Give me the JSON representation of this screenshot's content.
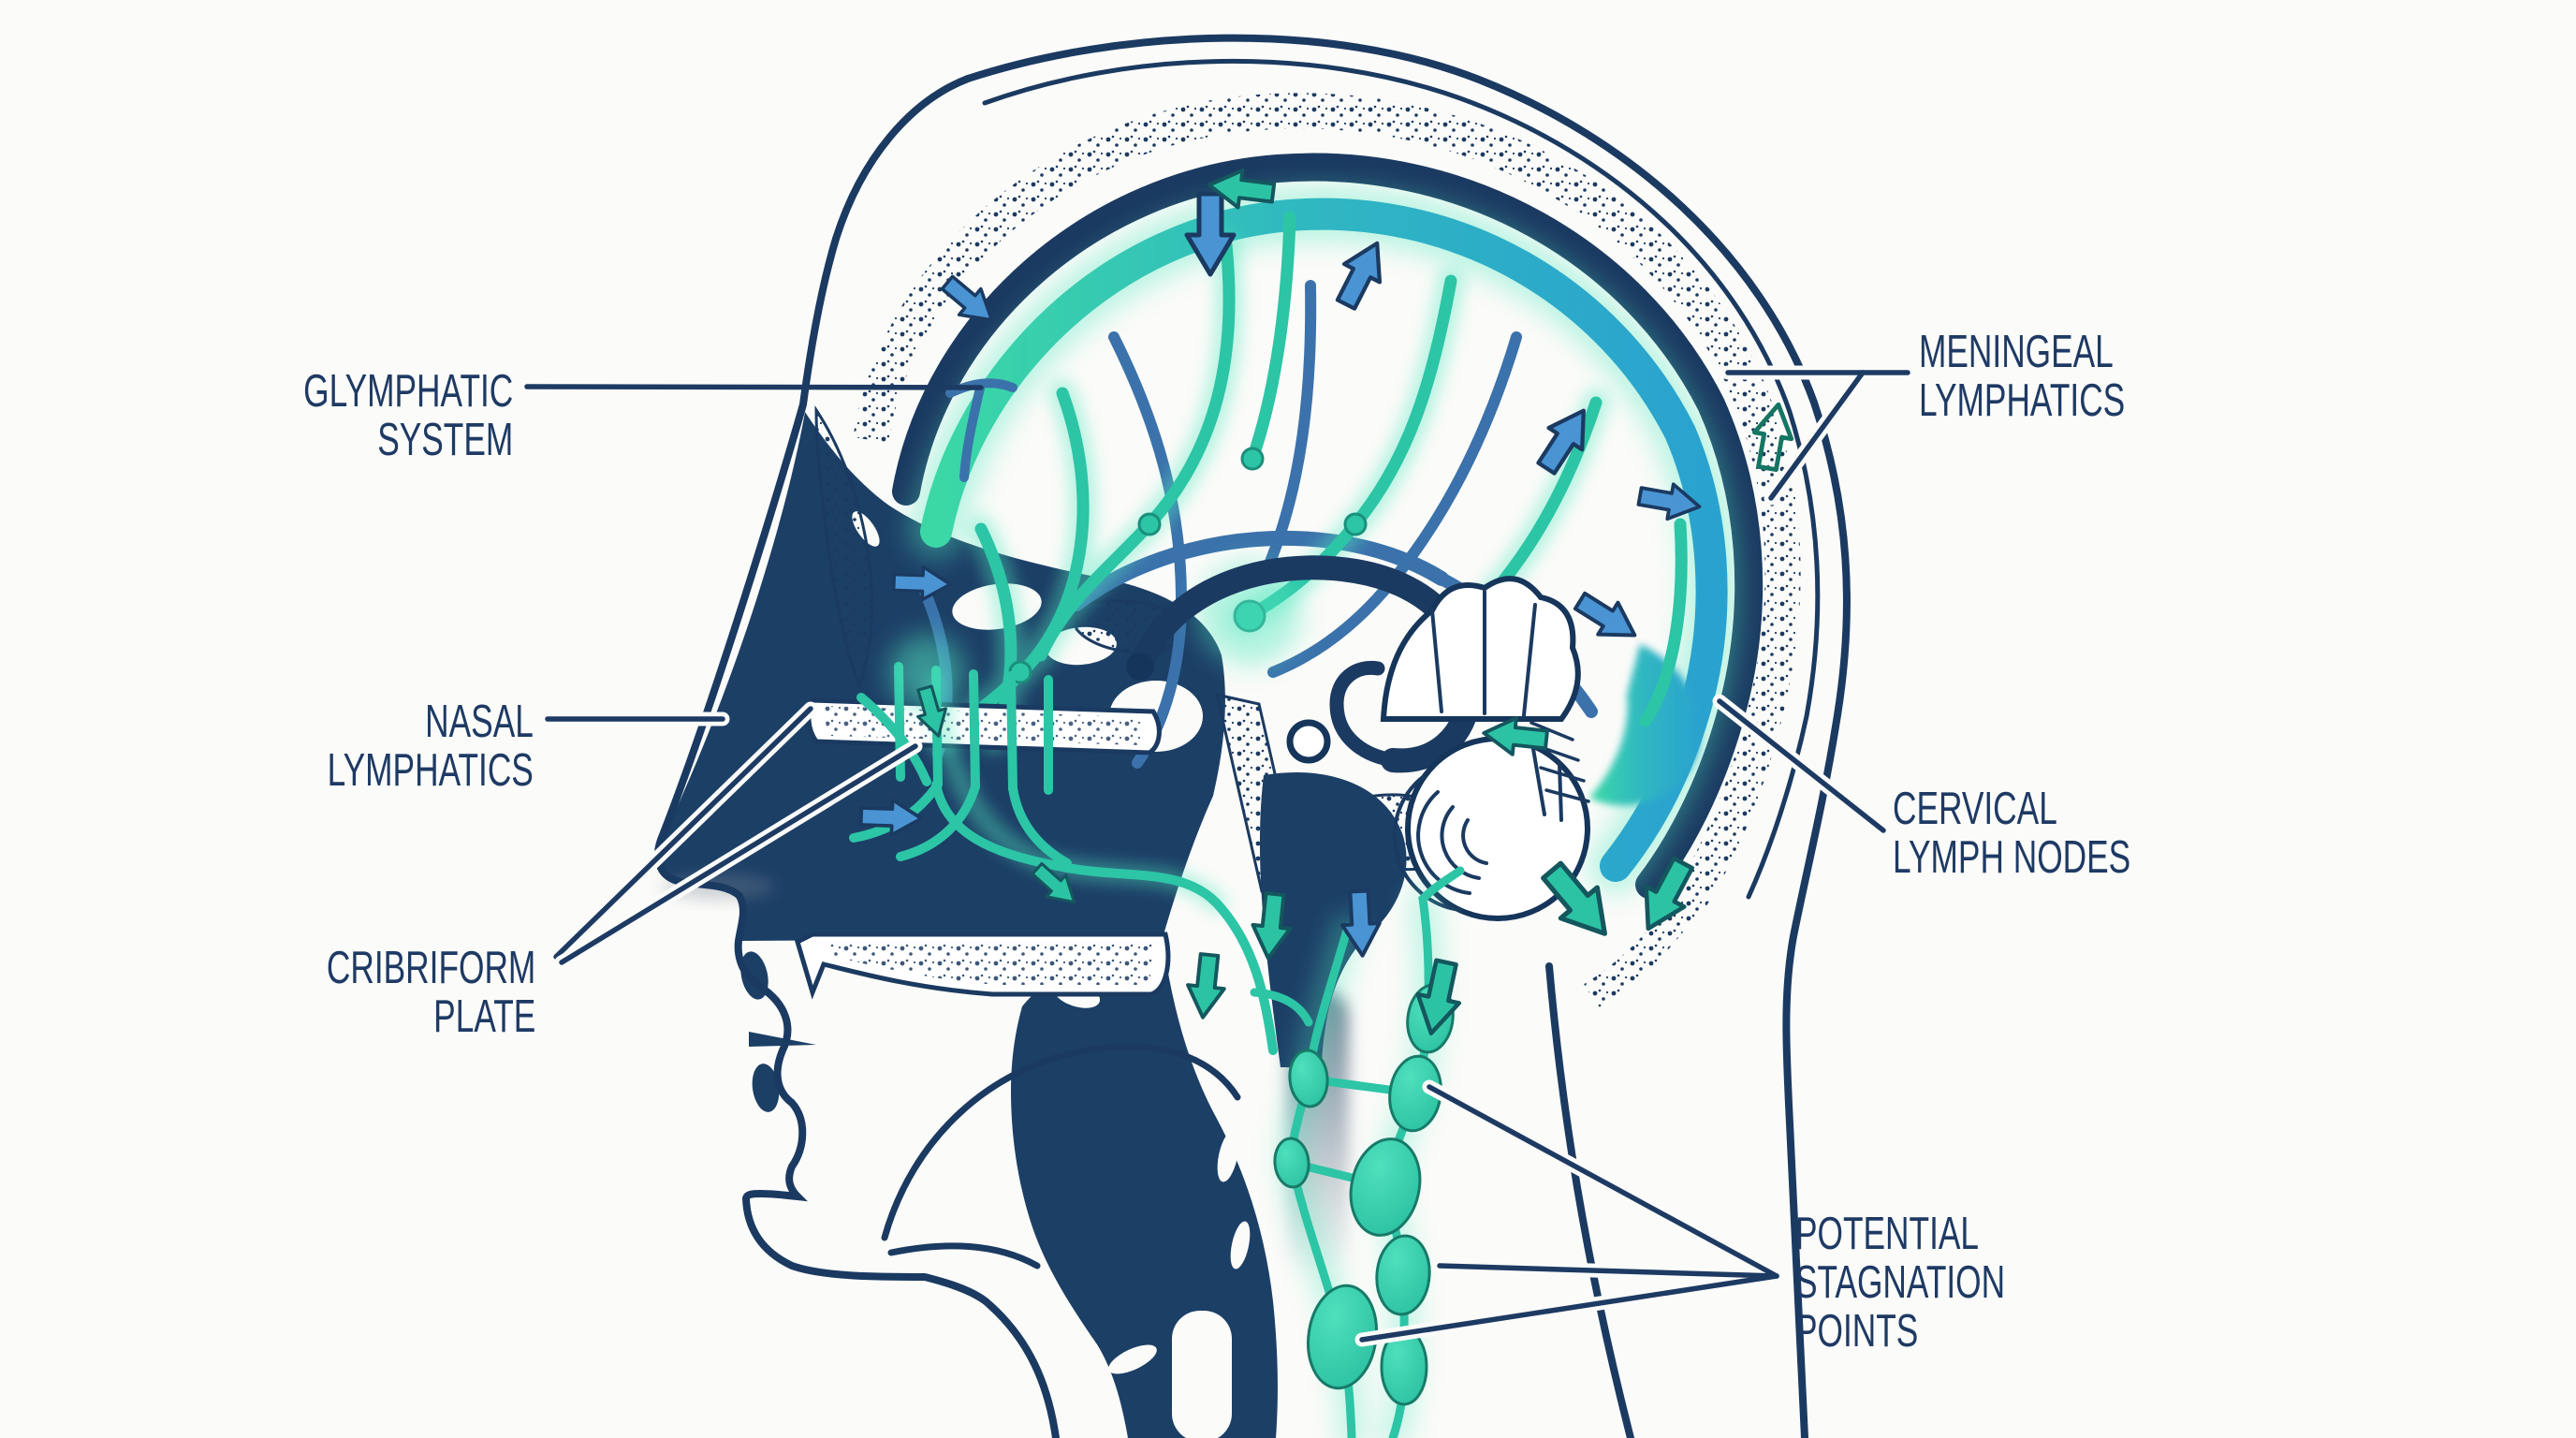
{
  "figure": {
    "type": "anatomical-diagram",
    "subject": "Sagittal head cross-section showing brain waste-clearance and lymphatic drainage pathways",
    "background_color": "#fbfbf9"
  },
  "palette": {
    "navy_outline": "#1b3a61",
    "navy_fill": "#1c3f66",
    "label_text": "#1e3a64",
    "teal_lymphatic": "#2cc5a6",
    "teal_glow": "#52e8c0",
    "teal_dark_edge": "#157563",
    "cyan_meningeal_band": "#2aa2cf",
    "arrow_blue": "#4a94d4",
    "vein_blue": "#3b72ab",
    "bone_white": "#ffffff",
    "spinal_gray": "#61758a"
  },
  "labels": {
    "glymphatic_system": {
      "lines": [
        "GLYMPHATIC",
        "SYSTEM"
      ],
      "align": "right"
    },
    "nasal_lymphatics": {
      "lines": [
        "NASAL",
        "LYMPHATICS"
      ],
      "align": "right"
    },
    "cribriform_plate": {
      "lines": [
        "CRIBRIFORM",
        "PLATE"
      ],
      "align": "right"
    },
    "meningeal_lymphatics": {
      "lines": [
        "MENINGEAL",
        "LYMPHATICS"
      ],
      "align": "left"
    },
    "cervical_lymph_nodes": {
      "lines": [
        "CERVICAL",
        "LYMPH NODES"
      ],
      "align": "left"
    },
    "potential_stagnation_points": {
      "lines": [
        "POTENTIAL",
        "STAGNATION",
        "POINTS"
      ],
      "align": "left"
    }
  },
  "structures": [
    "head-profile-outline",
    "skull-diploe-stippled-band",
    "inner-skull-dura-band",
    "meningeal-lymphatic-band",
    "glymphatic-vessel-tree",
    "cortical-veins",
    "corpus-callosum",
    "brainstem",
    "cerebellum",
    "nasal-cavity",
    "cribriform-plate-bone",
    "hard-palate",
    "tongue",
    "pharynx-neck-column",
    "cervical-lymph-node-chains",
    "spinal-cord-shadow"
  ],
  "flow_arrows": [
    {
      "name": "csf-influx-down",
      "color": "blue",
      "direction": "down"
    },
    {
      "name": "csf-influx-frontal",
      "color": "blue",
      "direction": "down-right"
    },
    {
      "name": "meningeal-flow-top",
      "color": "teal",
      "direction": "left"
    },
    {
      "name": "efflux-up-parietal",
      "color": "blue",
      "direction": "up-right"
    },
    {
      "name": "efflux-up-occipital",
      "color": "blue",
      "direction": "up-right"
    },
    {
      "name": "sphenoid-flow-right",
      "color": "blue",
      "direction": "right"
    },
    {
      "name": "nasal-flow-right",
      "color": "blue",
      "direction": "right"
    },
    {
      "name": "cribriform-drain-down",
      "color": "teal",
      "direction": "down"
    },
    {
      "name": "nasal-drain-diagonal",
      "color": "teal",
      "direction": "down-right"
    },
    {
      "name": "occipital-flow-right",
      "color": "blue",
      "direction": "right"
    },
    {
      "name": "occipital-flow-lower",
      "color": "blue",
      "direction": "down-right"
    },
    {
      "name": "band-flow-up-occiput",
      "color": "teal-outline",
      "direction": "up"
    },
    {
      "name": "tentorial-flow-left",
      "color": "teal",
      "direction": "left"
    },
    {
      "name": "neck-drain-left",
      "color": "teal",
      "direction": "down"
    },
    {
      "name": "neck-drain-blue",
      "color": "blue",
      "direction": "down"
    },
    {
      "name": "deep-neck-drain-large",
      "color": "teal",
      "direction": "down-right"
    },
    {
      "name": "throat-drain",
      "color": "teal",
      "direction": "down"
    },
    {
      "name": "chain-drain",
      "color": "teal",
      "direction": "down"
    },
    {
      "name": "occiput-to-neck-drain",
      "color": "teal",
      "direction": "down-left"
    }
  ]
}
